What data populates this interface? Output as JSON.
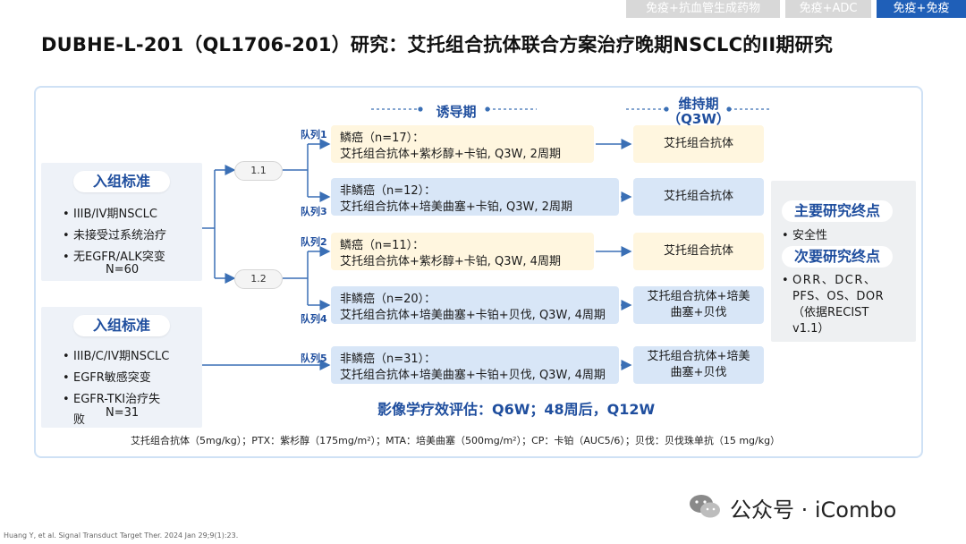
{
  "tabs": [
    {
      "label": "免疫+抗血管生成药物",
      "color": "#d8d8d8"
    },
    {
      "label": "免疫+ADC",
      "color": "#d8d8d8"
    },
    {
      "label": "免疫+免疫",
      "color": "#1f5fb8"
    }
  ],
  "title": "DUBHE-L-201（QL1706-201）研究：艾托组合抗体联合方案治疗晚期NSCLC的II期研究",
  "criteria": [
    {
      "header": "入组标准",
      "items": [
        "IIIB/IV期NSCLC",
        "未接受过系统治疗",
        "无EGFR/ALK突变"
      ],
      "n": "N=60"
    },
    {
      "header": "入组标准",
      "items": [
        "IIIB/C/IV期NSCLC",
        "EGFR敏感突变",
        "EGFR-TKI治疗失",
        "败"
      ],
      "n": "N=31"
    }
  ],
  "randomization": [
    "1.1",
    "1.2"
  ],
  "phases": {
    "induction": "诱导期",
    "maintenance_line1": "维持期",
    "maintenance_line2": "（Q3W）"
  },
  "cohorts": [
    {
      "label": "队列1",
      "line1": "鳞癌（n=17）：",
      "line2": "艾托组合抗体+紫杉醇+卡铂, Q3W, 2周期",
      "maint_line1": "艾托组合抗体",
      "maint_line2": "",
      "color": "yellow"
    },
    {
      "label": "队列3",
      "line1": "非鳞癌（n=12）：",
      "line2": "艾托组合抗体+培美曲塞+卡铂, Q3W, 2周期",
      "maint_line1": "艾托组合抗体",
      "maint_line2": "",
      "color": "blue"
    },
    {
      "label": "队列2",
      "line1": "鳞癌（n=11）：",
      "line2": "艾托组合抗体+紫杉醇+卡铂, Q3W, 4周期",
      "maint_line1": "艾托组合抗体",
      "maint_line2": "",
      "color": "yellow"
    },
    {
      "label": "队列4",
      "line1": "非鳞癌（n=20）：",
      "line2": "艾托组合抗体+培美曲塞+卡铂+贝伐, Q3W, 4周期",
      "maint_line1": "艾托组合抗体+培美",
      "maint_line2": "曲塞+贝伐",
      "color": "blue"
    },
    {
      "label": "队列5",
      "line1": "非鳞癌（n=31）：",
      "line2": "艾托组合抗体+培美曲塞+卡铂+贝伐, Q3W, 4周期",
      "maint_line1": "艾托组合抗体+培美",
      "maint_line2": "曲塞+贝伐",
      "color": "blue"
    }
  ],
  "endpoints": {
    "primary_header": "主要研究终点",
    "primary_item": "安全性",
    "secondary_header": "次要研究终点",
    "secondary_lines": [
      "ORR、DCR、",
      "PFS、OS、DOR",
      "（依据RECIST",
      "v1.1）"
    ]
  },
  "imaging": "影像学疗效评估：Q6W；48周后，Q12W",
  "footnote": "艾托组合抗体（5mg/kg）；PTX：紫杉醇（175mg/m²）；MTA：培美曲塞（500mg/m²）；CP：卡铂（AUC5/6）；贝伐：贝伐珠单抗（15 mg/kg）",
  "citation": "Huang Y, et al. Signal Transduct Target Ther. 2024 Jan 29;9(1):23.",
  "watermark": "公众号 · iCombo",
  "colors": {
    "accent": "#1f4e9e",
    "line": "#3a6fb5",
    "yellow_fill": "#fff6df",
    "blue_fill": "#d8e6f7",
    "frame_border": "#cfe1f5"
  }
}
